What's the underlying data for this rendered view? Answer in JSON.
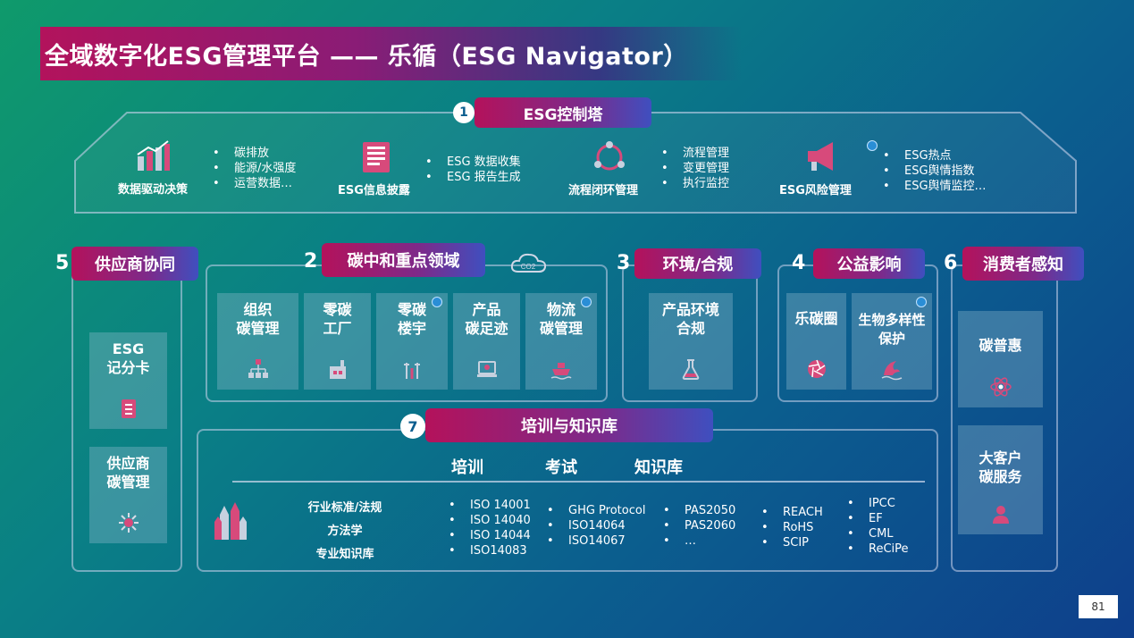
{
  "title": "全域数字化ESG管理平台 —— 乐循（ESG Navigator）",
  "page_number": "81",
  "control_tower": {
    "num": "1",
    "title": "ESG控制塔",
    "items": [
      {
        "label": "数据驱动决策",
        "icon": "bar-chart-icon",
        "bullets": [
          "碳排放",
          "能源/水强度",
          "运营数据…"
        ]
      },
      {
        "label": "ESG信息披露",
        "icon": "document-icon",
        "bullets": [
          "ESG 数据收集",
          "ESG 报告生成"
        ]
      },
      {
        "label": "流程闭环管理",
        "icon": "cycle-icon",
        "bullets": [
          "流程管理",
          "变更管理",
          "执行监控"
        ]
      },
      {
        "label": "ESG风险管理",
        "icon": "megaphone-icon",
        "bullets": [
          "ESG热点",
          "ESG舆情指数",
          "ESG舆情监控…"
        ]
      }
    ]
  },
  "supplier": {
    "num": "5",
    "title": "供应商协同",
    "tiles": [
      {
        "label": "ESG\n记分卡",
        "icon": "scorecard-icon"
      },
      {
        "label": "供应商\n碳管理",
        "icon": "network-icon"
      }
    ]
  },
  "carbon": {
    "num": "2",
    "title": "碳中和重点领域",
    "co2": "CO2",
    "tiles": [
      {
        "label": "组织\n碳管理",
        "icon": "org-chart-icon"
      },
      {
        "label": "零碳\n工厂",
        "icon": "factory-icon"
      },
      {
        "label": "零碳\n楼宇",
        "icon": "building-icon"
      },
      {
        "label": "产品\n碳足迹",
        "icon": "laptop-icon"
      },
      {
        "label": "物流\n碳管理",
        "icon": "ship-icon"
      }
    ]
  },
  "environment": {
    "num": "3",
    "title": "环境/合规",
    "tiles": [
      {
        "label": "产品环境\n合规",
        "icon": "flask-icon"
      }
    ]
  },
  "public_welfare": {
    "num": "4",
    "title": "公益影响",
    "tiles": [
      {
        "label": "乐碳圈",
        "icon": "aperture-icon"
      },
      {
        "label": "生物多样性\n保护",
        "icon": "wave-icon"
      }
    ]
  },
  "consumer": {
    "num": "6",
    "title": "消费者感知",
    "tiles": [
      {
        "label": "碳普惠",
        "icon": "atom-icon"
      },
      {
        "label": "大客户\n碳服务",
        "icon": "user-icon"
      }
    ]
  },
  "training": {
    "num": "7",
    "title": "培训与知识库",
    "tabs": [
      "培训",
      "考试",
      "知识库"
    ],
    "categories": [
      "行业标准/法规",
      "方法学",
      "专业知识库"
    ],
    "col1": [
      "ISO 14001",
      "ISO 14040",
      "ISO 14044",
      "ISO14083"
    ],
    "col2": [
      "GHG Protocol",
      "ISO14064",
      "ISO14067"
    ],
    "col3": [
      "PAS2050",
      "PAS2060",
      "…"
    ],
    "col4": [
      "REACH",
      "RoHS",
      "SCIP"
    ],
    "col5": [
      "IPCC",
      "EF",
      "CML",
      "ReCiPe"
    ]
  }
}
